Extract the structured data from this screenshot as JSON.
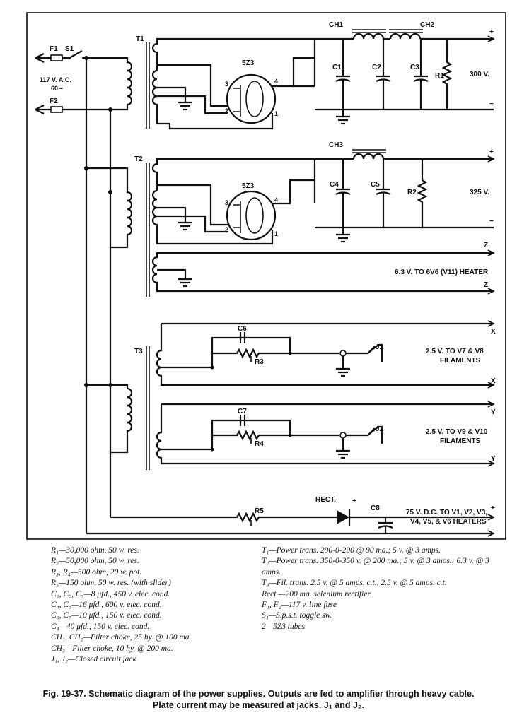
{
  "schematic": {
    "fuse1": "F1",
    "switch1": "S1",
    "fuse2": "F2",
    "input_voltage": "117 V. A.C.",
    "input_freq": "60∼",
    "transformers": [
      "T1",
      "T2",
      "T3"
    ],
    "tube1": "5Z3",
    "tube2": "5Z3",
    "pins": [
      "1",
      "2",
      "3",
      "4"
    ],
    "chokes": [
      "CH1",
      "CH2",
      "CH3"
    ],
    "caps": [
      "C1",
      "C2",
      "C3",
      "C4",
      "C5",
      "C6",
      "C7",
      "C8"
    ],
    "resistors": [
      "R1",
      "R2",
      "R3",
      "R4",
      "R5"
    ],
    "jacks": [
      "J1",
      "J2"
    ],
    "rect": "RECT.",
    "plus": "+",
    "minus": "−",
    "z": "Z",
    "x": "X",
    "y": "Y",
    "out_300": "300 V.",
    "out_325": "325 V.",
    "out_heater": "6.3 V. TO 6V6 (V11) HEATER",
    "out_x_line1": "2.5 V. TO V7 & V8",
    "out_x_line2": "FILAMENTS",
    "out_y_line1": "2.5 V. TO V9 & V10",
    "out_y_line2": "FILAMENTS",
    "out_dc_line1": "75 V. D.C. TO V1, V2, V3,",
    "out_dc_line2": "V4, V5, & V6 HEATERS"
  },
  "legend_left": [
    "R₁—30,000 ohm, 50 w. res.",
    "R₂—50,000 ohm, 50 w. res.",
    "R₃, R₄—500 ohm, 20 w. pot.",
    "R₅—150 ohm, 50 w. res. (with slider)",
    "C₁, C₂, C₃—8 μfd., 450 v. elec. cond.",
    "C₄, C₅—16 μfd., 600 v. elec. cond.",
    "C₆, C₇—10 μfd., 150 v. elec. cond.",
    "C₈—40 μfd., 150 v. elec. cond.",
    "CH₁, CH₂—Filter choke, 25 hy. @ 100 ma.",
    "CH₃—Filter choke, 10 hy. @ 200 ma.",
    "J₁, J₂—Closed circuit jack"
  ],
  "legend_right": [
    "T₁—Power trans. 290-0-290 @ 90 ma.; 5 v. @ 3 amps.",
    "T₂—Power trans. 350-0-350 v. @ 200 ma.; 5 v. @ 3 amps.; 6.3 v. @ 3 amps.",
    "T₃—Fil. trans. 2.5 v. @ 5 amps. c.t., 2.5 v. @ 5 amps. c.t.",
    "Rect.—200 ma. selenium rectifier",
    "F₁, F₂—117 v. line fuse",
    "S₁—S.p.s.t. toggle sw.",
    "2—5Z3 tubes"
  ],
  "caption": {
    "line1": "Fig. 19-37. Schematic diagram of the power supplies. Outputs are fed to amplifier through heavy cable.",
    "line2": "Plate current may be measured at jacks, J₁ and J₂."
  }
}
